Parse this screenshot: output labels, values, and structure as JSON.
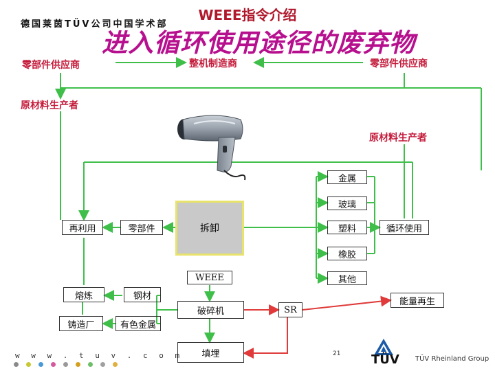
{
  "header": {
    "org": "德国莱茵TÜV公司中国学术部",
    "title": "WEEE指令介绍",
    "subtitle": "进入循环使用途径的废弃物"
  },
  "nodes": {
    "parts_supplier_left": "零部件供应商",
    "manufacturer": "整机制造商",
    "parts_supplier_right": "零部件供应商",
    "raw_producer_left": "原材料生产者",
    "raw_producer_right": "原材料生产者",
    "metal": "金属",
    "glass": "玻璃",
    "plastic": "塑料",
    "recycle": "循环使用",
    "rubber": "橡胶",
    "other": "其他",
    "reuse": "再利用",
    "parts": "零部件",
    "disassemble": "拆卸",
    "weee": "WEEE",
    "smelting": "熔炼",
    "steel": "钢材",
    "shredder": "破碎机",
    "sr": "SR",
    "energy": "能量再生",
    "foundry": "铸造厂",
    "nonferrous": "有色金属",
    "landfill": "填埋"
  },
  "footer": {
    "website": "w w w . t u v . c o m",
    "page": "21",
    "logo_text": "TÜV",
    "group": "TÜV Rheinland Group"
  },
  "colors": {
    "green_line": "#3fbf4a",
    "red_line": "#e03a3a",
    "title_red": "#b0182c",
    "magenta": "#b7108f"
  },
  "dot_colors": [
    "#8a8a8a",
    "#c8c832",
    "#4a9ad4",
    "#d45aa0",
    "#999999",
    "#d4a020",
    "#6fbf6a",
    "#a0a0a0",
    "#e0b040"
  ]
}
